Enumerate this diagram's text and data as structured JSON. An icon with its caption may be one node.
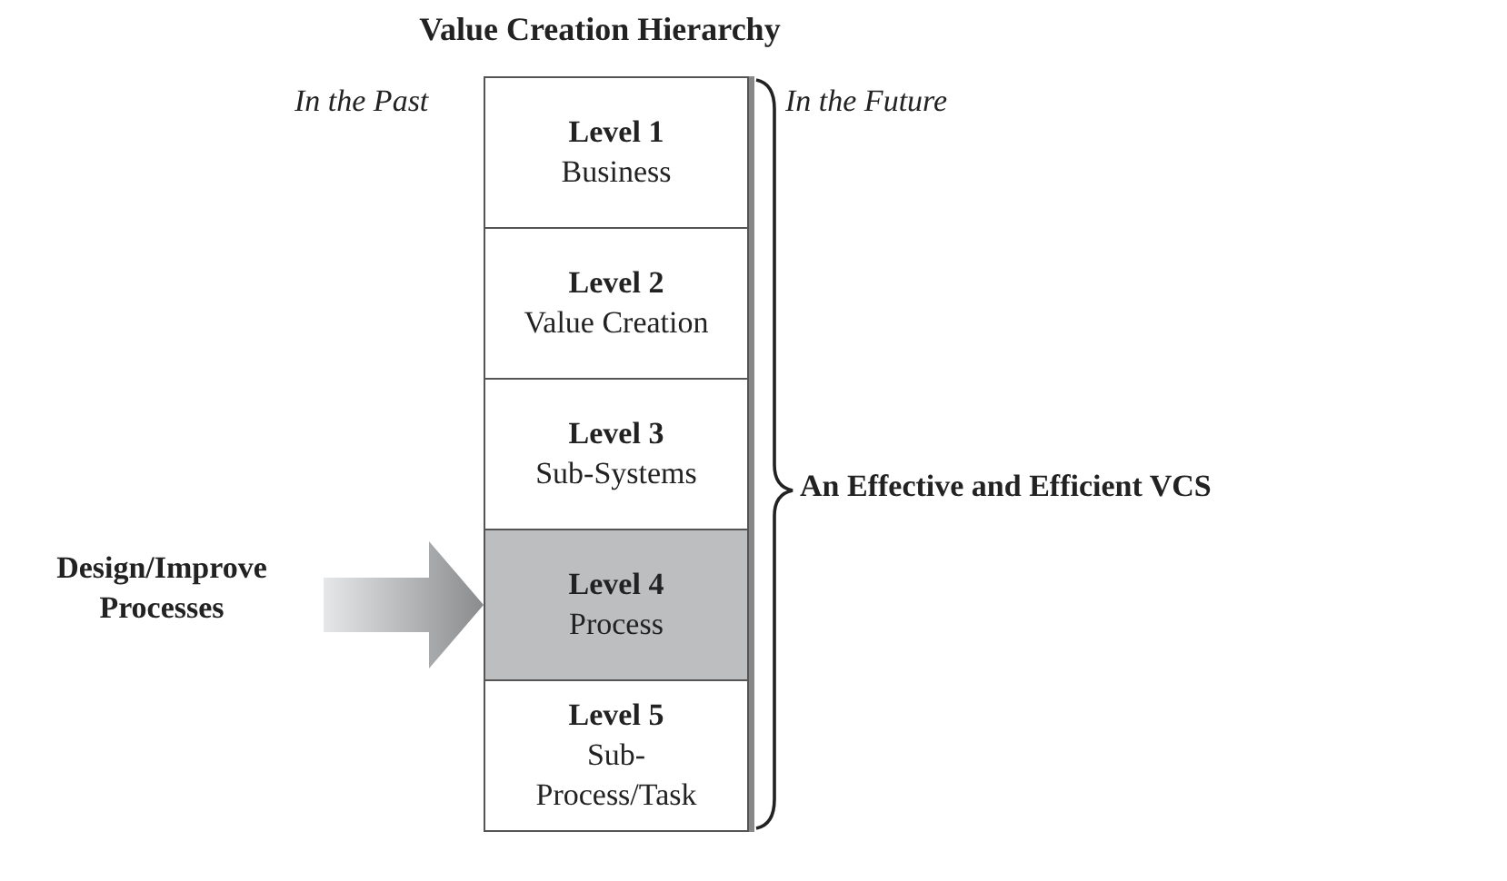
{
  "diagram": {
    "title": "Value Creation Hierarchy",
    "nodes": [
      {
        "text": [
          "Design/Improve Processes"
        ]
      },
      {
        "text": [
          "Level 1",
          "Business"
        ]
      },
      {
        "text": [
          "Level 2",
          "Value Creation"
        ]
      },
      {
        "text": [
          "Level 3",
          "Sub-Systems"
        ]
      },
      {
        "text": [
          "Level 4",
          "Process"
        ]
      },
      {
        "text": [
          "Level 5",
          "Sub-Process/Task"
        ]
      }
    ],
    "edges": [
      {
        "from": 0,
        "to": 4,
        "arrow": "to",
        "style": "thick"
      }
    ],
    "labels": [
      "In the Past",
      "In the Future",
      "An Effective and Efficient VCS"
    ]
  }
}
